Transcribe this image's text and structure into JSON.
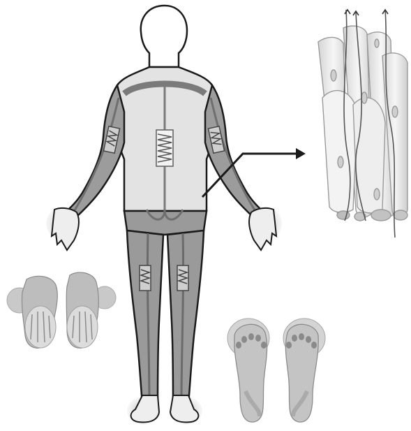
{
  "figure": {
    "description_text": "",
    "palette": {
      "background": "#ffffff",
      "outline": "#1a1a1a",
      "skin_light": "#e6e6e6",
      "skin_mid": "#c7c7c7",
      "nerve_band": "#8c8c8c",
      "muscle_fiber": "#efefef",
      "halo": "#bdbdbd"
    }
  },
  "panels": [
    {
      "id": "body",
      "icon": "human-body-figure"
    },
    {
      "id": "muscle",
      "icon": "muscle-fiber-bundle"
    },
    {
      "id": "hands",
      "icon": "hands-detail"
    },
    {
      "id": "feet",
      "icon": "feet-soles-detail"
    }
  ]
}
